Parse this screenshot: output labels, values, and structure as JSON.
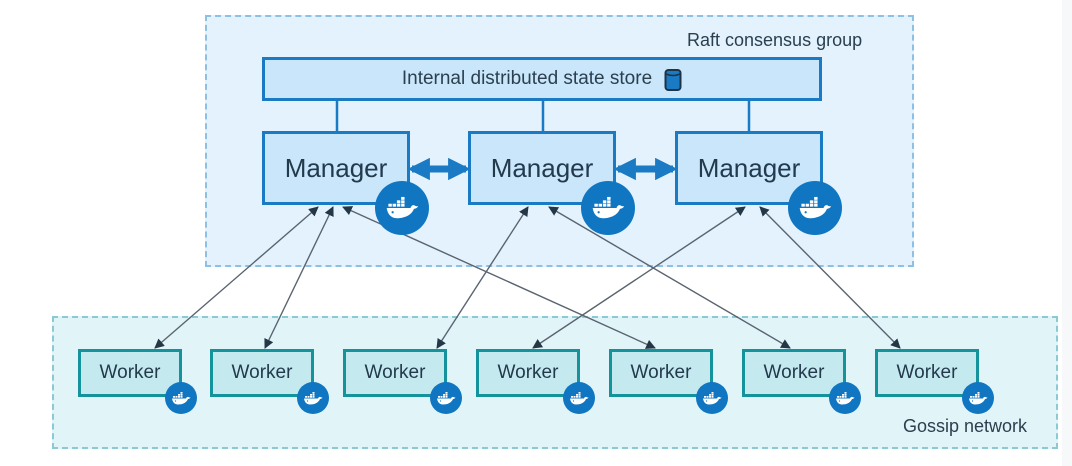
{
  "raft_group": {
    "label": "Raft consensus group",
    "store": {
      "label": "Internal distributed state store",
      "icon": "database-icon"
    },
    "managers": [
      {
        "label": "Manager",
        "icon": "docker-whale-icon"
      },
      {
        "label": "Manager",
        "icon": "docker-whale-icon"
      },
      {
        "label": "Manager",
        "icon": "docker-whale-icon"
      }
    ]
  },
  "gossip_network": {
    "label": "Gossip network",
    "workers": [
      {
        "label": "Worker",
        "icon": "docker-whale-icon"
      },
      {
        "label": "Worker",
        "icon": "docker-whale-icon"
      },
      {
        "label": "Worker",
        "icon": "docker-whale-icon"
      },
      {
        "label": "Worker",
        "icon": "docker-whale-icon"
      },
      {
        "label": "Worker",
        "icon": "docker-whale-icon"
      },
      {
        "label": "Worker",
        "icon": "docker-whale-icon"
      },
      {
        "label": "Worker",
        "icon": "docker-whale-icon"
      }
    ]
  },
  "edges": {
    "store_to_managers": [
      0,
      1,
      2
    ],
    "manager_peer_links": [
      [
        0,
        1
      ],
      [
        1,
        2
      ]
    ],
    "manager_worker_links": [
      {
        "manager": 0,
        "worker": 0,
        "bidirectional": true
      },
      {
        "manager": 0,
        "worker": 1,
        "bidirectional": true
      },
      {
        "manager": 0,
        "worker": 4,
        "bidirectional": true
      },
      {
        "manager": 1,
        "worker": 2,
        "bidirectional": true
      },
      {
        "manager": 1,
        "worker": 5,
        "bidirectional": true
      },
      {
        "manager": 2,
        "worker": 3,
        "bidirectional": true
      },
      {
        "manager": 2,
        "worker": 6,
        "bidirectional": true
      }
    ]
  },
  "colors": {
    "manager_blue": "#1a7ac4",
    "worker_teal": "#14939d",
    "docker_blue": "#1076c2",
    "arrow_gray": "#5a6470",
    "raft_fill": "#e3f2fc",
    "gossip_fill": "#e1f4f8"
  }
}
